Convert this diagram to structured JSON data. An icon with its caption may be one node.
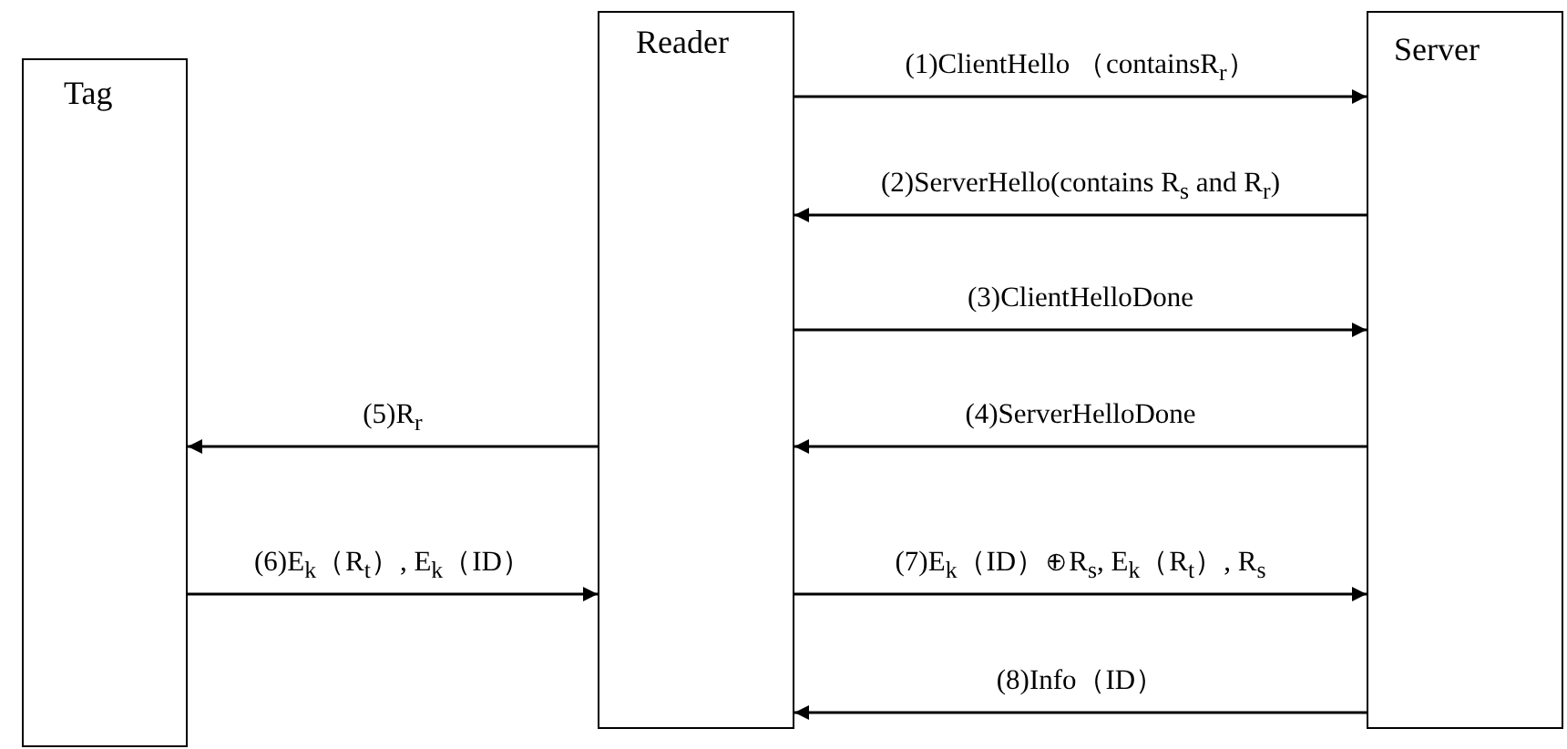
{
  "diagram": {
    "nodes": [
      {
        "text": [
          "Tag"
        ]
      },
      {
        "text": [
          "Reader"
        ]
      },
      {
        "text": [
          "Server"
        ]
      }
    ],
    "edges": [
      {
        "from": 1,
        "to": 2,
        "arrow": "to",
        "label": "(1)ClientHello （containsR$_{r}$）"
      },
      {
        "from": 2,
        "to": 1,
        "arrow": "to",
        "label": "(2)ServerHello(contains R$_{s}$ and R$_{r}$)"
      },
      {
        "from": 1,
        "to": 2,
        "arrow": "to",
        "label": "(3)ClientHelloDone"
      },
      {
        "from": 2,
        "to": 1,
        "arrow": "to",
        "label": "(4)ServerHelloDone"
      },
      {
        "from": 1,
        "to": 0,
        "arrow": "to",
        "label": "(5)R$_{r}$"
      },
      {
        "from": 0,
        "to": 1,
        "arrow": "to",
        "label": "(6)E$_{k}$（R$_{t}$）, E$_{k}$（ID）"
      },
      {
        "from": 1,
        "to": 2,
        "arrow": "to",
        "label": "(7)E$_{k}$（ID）⊕R$_{s}$, E$_{k}$（R$_{t}$）, R$_{s}$"
      },
      {
        "from": 2,
        "to": 1,
        "arrow": "to",
        "label": "(8)Info（ID）"
      }
    ]
  }
}
